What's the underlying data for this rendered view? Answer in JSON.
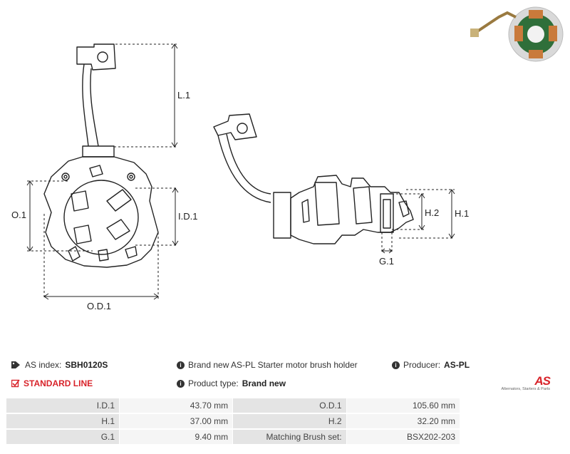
{
  "drawing": {
    "labels": {
      "l1": "L.1",
      "o1": "O.1",
      "id1": "I.D.1",
      "od1": "O.D.1",
      "h2": "H.2",
      "h1": "H.1",
      "g1": "G.1"
    }
  },
  "info": {
    "as_index_label": "AS index:",
    "as_index_value": "SBH0120S",
    "line": "STANDARD LINE",
    "description": "Brand new AS-PL Starter motor brush holder",
    "product_type_label": "Product type:",
    "product_type_value": "Brand new",
    "producer_label": "Producer:",
    "producer_value": "AS-PL",
    "logo_mark": "AS",
    "logo_tagline": "Alternators, Starters & Parts"
  },
  "specs": [
    {
      "label1": "I.D.1",
      "value1": "43.70  mm",
      "label2": "O.D.1",
      "value2": "105.60  mm"
    },
    {
      "label1": "H.1",
      "value1": "37.00 mm",
      "label2": "H.2",
      "value2": "32.20 mm"
    },
    {
      "label1": "G.1",
      "value1": "9.40 mm",
      "label2": "Matching Brush set:",
      "value2": "BSX202-203"
    }
  ],
  "colors": {
    "brand_red": "#d8232a",
    "label_bg": "#e4e4e4",
    "value_bg": "#f5f5f5"
  }
}
